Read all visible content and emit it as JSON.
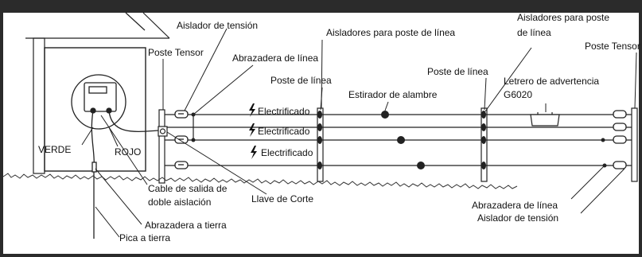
{
  "labels": {
    "aislador_tension_top": "Aislador de tensión",
    "aisladores_poste_linea_1": "Aisladores para poste de línea",
    "aisladores_poste_linea_2a": "Aisladores para poste",
    "aisladores_poste_linea_2b": "de línea",
    "poste_tensor_left": "Poste Tensor",
    "poste_tensor_right": "Poste Tensor",
    "abrazadera_linea_top": "Abrazadera de línea",
    "poste_linea_1": "Poste de línea",
    "poste_linea_2": "Poste de línea",
    "estirador": "Estirador de alambre",
    "letrero_a": "Letrero de advertencia",
    "letrero_b": "G6020",
    "electrificado_1": "Electrificado",
    "electrificado_2": "Electrificado",
    "electrificado_3": "Electrificado",
    "verde": "VERDE",
    "rojo": "ROJO",
    "cable_a": "Cable de salida de",
    "cable_b": "doble aislación",
    "llave": "Llave de Corte",
    "abrazadera_tierra": "Abrazadera a tierra",
    "pica_tierra": "Pica a tierra",
    "abrazadera_linea_bottom": "Abrazadera de línea",
    "aislador_tension_bottom": "Aislador de tensión"
  },
  "colors": {
    "frame": "#2b2b2b",
    "paper": "#ffffff",
    "ink": "#111111"
  }
}
